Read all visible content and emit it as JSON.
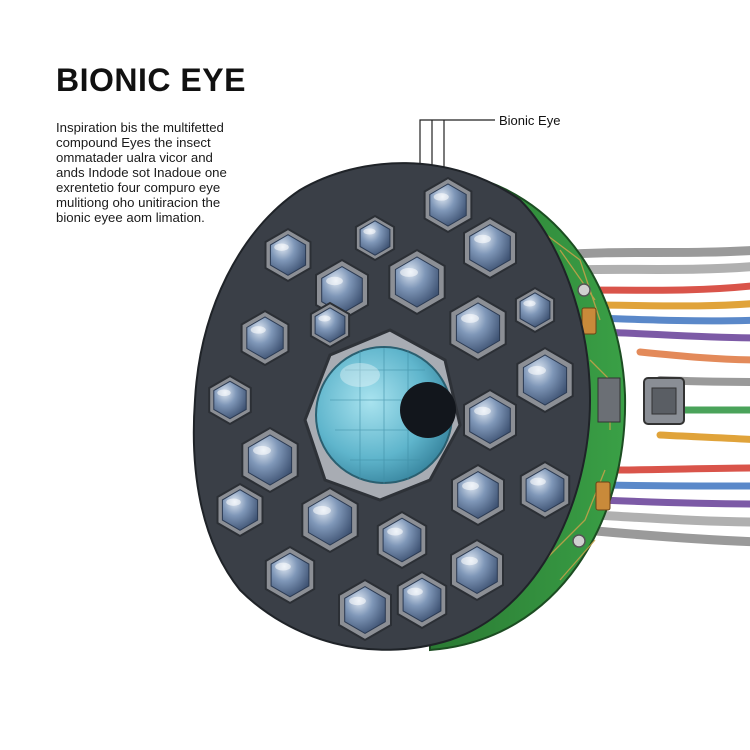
{
  "title": "BIONIC EYE",
  "description": [
    "Inspiration bis the multifetted",
    "compound Eyes the insect",
    "ommatader ualra vicor and",
    "ands Indode sot Inadoue one",
    "exrentetio four compuro eye",
    "mulitiong oho unitiracion the",
    "bionic eyee aom limation."
  ],
  "callout": {
    "label": "Bionic Eye"
  },
  "colors": {
    "lens_frame": "#8c8f95",
    "lens_glass": "#6f86a6",
    "iris": "#5fb5cc",
    "pcb": "#2f8a3a",
    "wires": [
      "#d9544a",
      "#e0a33a",
      "#5a88c9",
      "#7c5aa6",
      "#4aa35a",
      "#9a9a9a"
    ]
  }
}
